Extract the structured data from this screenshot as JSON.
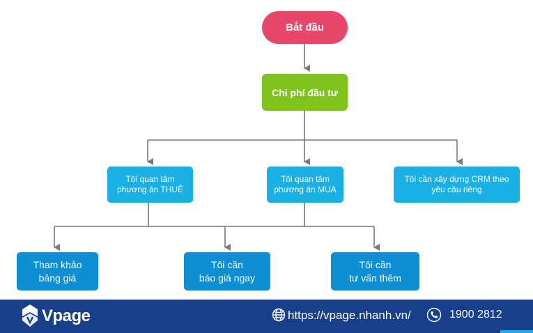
{
  "diagram": {
    "start": "Bắt đầu",
    "cost": "Chi phí đầu tư",
    "level2": {
      "rent": "Tôi quan tâm\nphương án THUÊ",
      "buy": "Tôi quan tâm\nphương án MUA",
      "crm": "Tôi cần xây dựng CRM theo\nyêu cầu  riêng"
    },
    "level3": {
      "price": "Tham khảo\nbảng giá",
      "quote": "Tôi cần\nbáo giá ngay",
      "consult": "Tôi cần\ntư vấn thêm"
    }
  },
  "footer": {
    "brand": "Vpage",
    "url": "https://vpage.nhanh.vn/",
    "phone": "1900 2812"
  },
  "colors": {
    "start": "#e8466a",
    "cost": "#7fc31c",
    "level2": "#1ab0e5",
    "level3": "#0e8fd4",
    "footer": "#173f8a",
    "connector": "#7a7a7a"
  },
  "icons": {
    "logo": "vpage-logo-icon",
    "globe": "globe-icon",
    "phone": "phone-icon"
  }
}
